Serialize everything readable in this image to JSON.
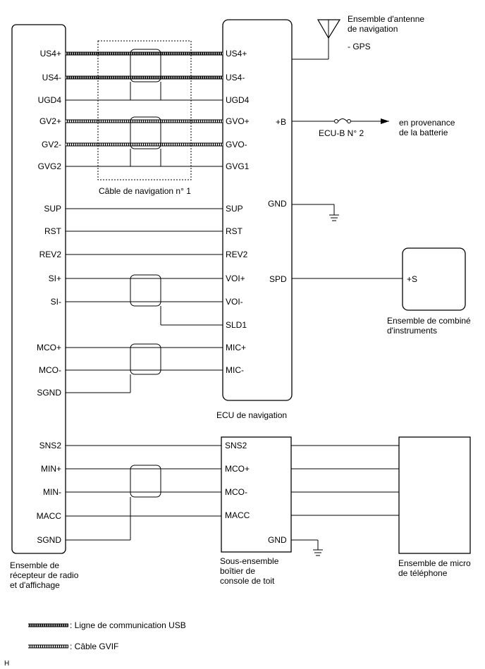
{
  "radio_unit": {
    "pins_top": [
      "US4+",
      "US4-",
      "UGD4",
      "GV2+",
      "GV2-",
      "GVG2",
      "SUP",
      "RST",
      "REV2",
      "SI+",
      "SI-",
      "MCO+",
      "MCO-",
      "SGND"
    ],
    "pins_bottom": [
      "SNS2",
      "MIN+",
      "MIN-",
      "MACC",
      "SGND"
    ],
    "label_lines": [
      "Ensemble de",
      "récepteur de radio",
      "et d'affichage"
    ]
  },
  "nav_ecu": {
    "pins_left": [
      "US4+",
      "US4-",
      "UGD4",
      "GVO+",
      "GVO-",
      "GVG1",
      "SUP",
      "RST",
      "REV2",
      "VOI+",
      "VOI-",
      "SLD1",
      "MIC+",
      "MIC-"
    ],
    "pin_b": "+B",
    "pin_gnd": "GND",
    "pin_spd": "SPD",
    "label": "ECU de navigation"
  },
  "nav_cable": {
    "label": "Câble de navigation n° 1"
  },
  "antenna": {
    "label_lines": [
      "Ensemble d'antenne",
      "de navigation"
    ],
    "sub_label": "- GPS"
  },
  "fuse": {
    "label": "ECU-B N° 2"
  },
  "battery": {
    "label_lines": [
      "en provenance",
      "de la batterie"
    ]
  },
  "combimeter": {
    "pin": "+S",
    "label_lines": [
      "Ensemble de combiné",
      "d'instruments"
    ]
  },
  "roof_console": {
    "pins_left": [
      "SNS2",
      "MCO+",
      "MCO-",
      "MACC"
    ],
    "pin_gnd": "GND",
    "label_lines": [
      "Sous-ensemble",
      "boîtier de",
      "console de toit"
    ]
  },
  "microphone": {
    "label_lines": [
      "Ensemble de micro",
      "de téléphone"
    ]
  },
  "legend": {
    "usb": ": Ligne de communication USB",
    "gvif": ": Câble GVIF"
  },
  "footer_code": "H"
}
